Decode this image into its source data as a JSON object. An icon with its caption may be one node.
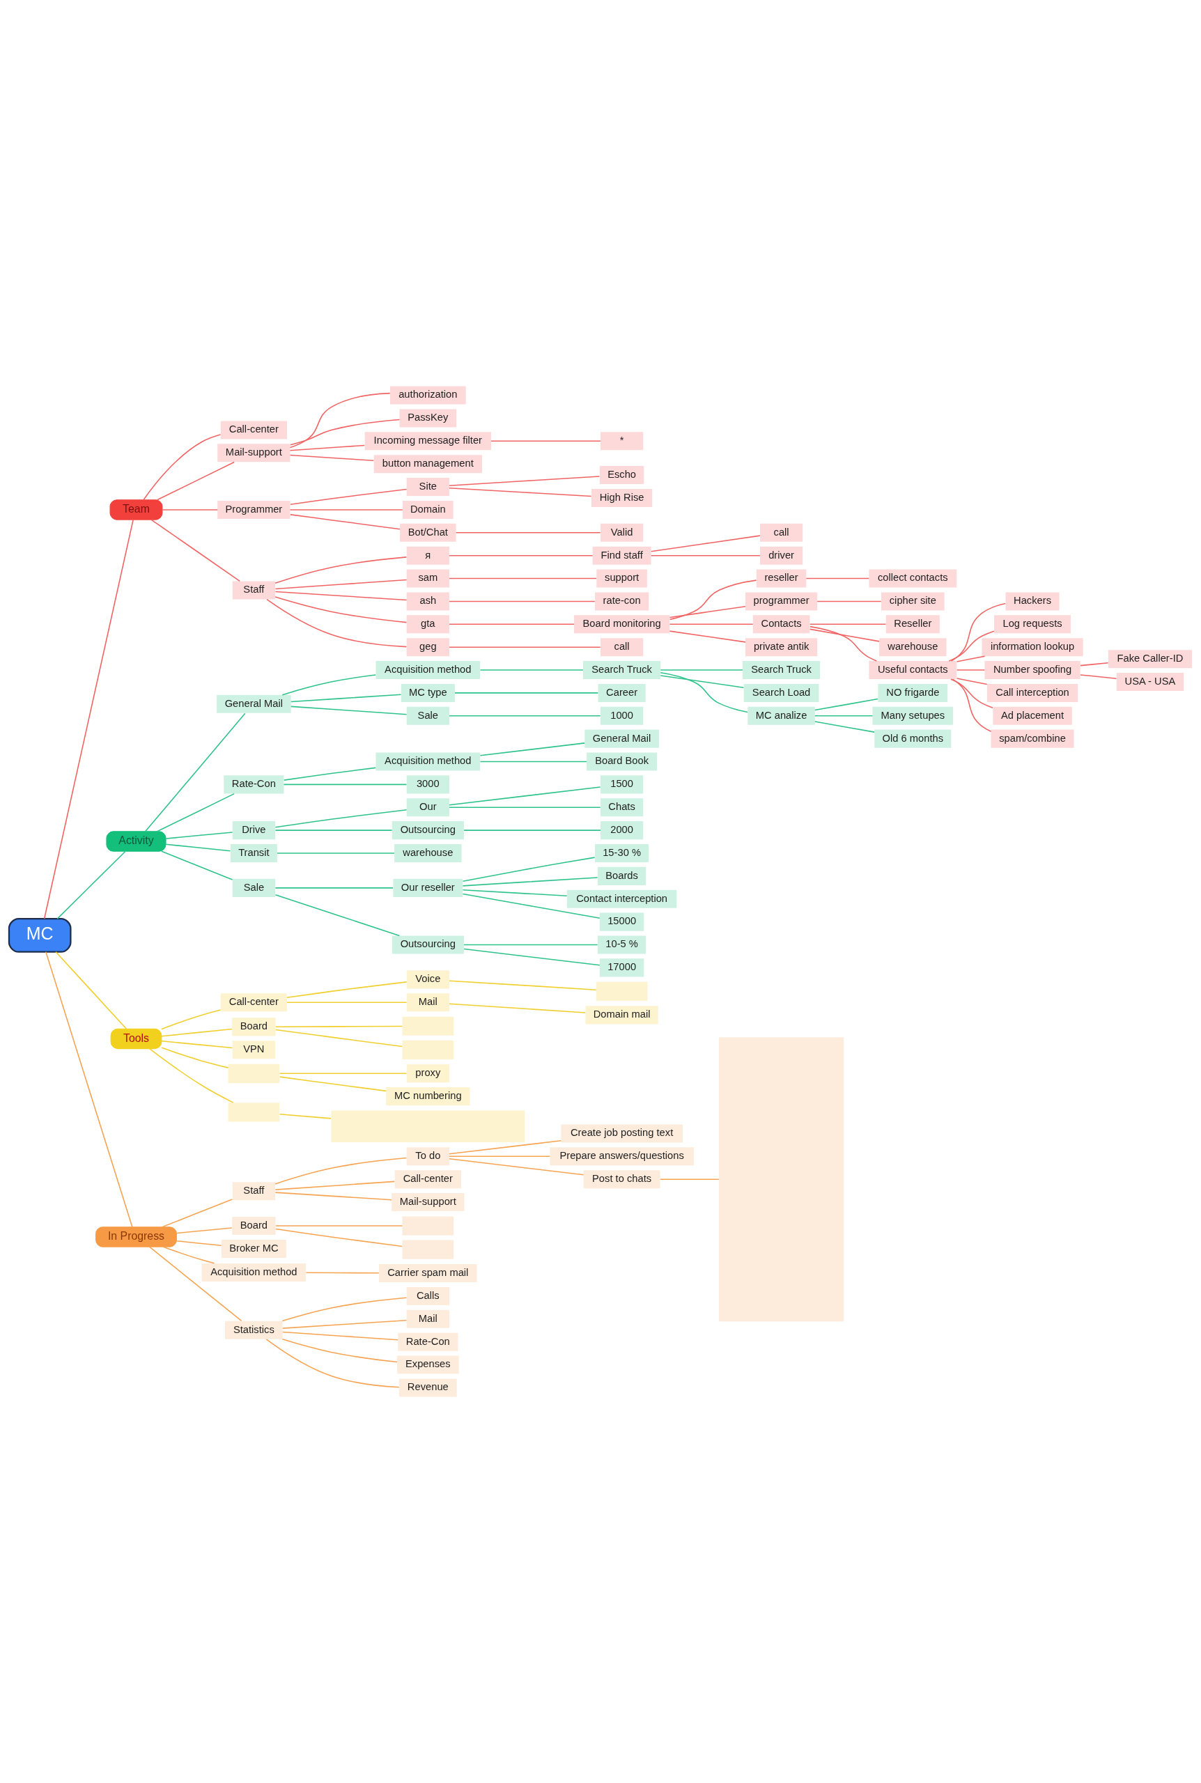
{
  "diagram": {
    "nodes": [
      {
        "text": [
          "MC"
        ]
      },
      {
        "text": [
          "Team"
        ]
      },
      {
        "text": [
          "Call-center"
        ]
      },
      {
        "text": [
          "Mail-support"
        ]
      },
      {
        "text": [
          "authorization"
        ]
      },
      {
        "text": [
          "PassKey"
        ]
      },
      {
        "text": [
          "Incoming message filter"
        ]
      },
      {
        "text": [
          "*"
        ]
      },
      {
        "text": [
          "button management"
        ]
      },
      {
        "text": [
          "Programmer"
        ]
      },
      {
        "text": [
          "Site"
        ]
      },
      {
        "text": [
          "Escho"
        ]
      },
      {
        "text": [
          "High Rise"
        ]
      },
      {
        "text": [
          "Domain"
        ]
      },
      {
        "text": [
          "Bot/Chat"
        ]
      },
      {
        "text": [
          "Valid"
        ]
      },
      {
        "text": [
          "Staff"
        ]
      },
      {
        "text": [
          "я"
        ]
      },
      {
        "text": [
          "Find staff"
        ]
      },
      {
        "text": [
          "call"
        ]
      },
      {
        "text": [
          "driver"
        ]
      },
      {
        "text": [
          "sam"
        ]
      },
      {
        "text": [
          "support"
        ]
      },
      {
        "text": [
          "ash"
        ]
      },
      {
        "text": [
          "rate-con"
        ]
      },
      {
        "text": [
          "gta"
        ]
      },
      {
        "text": [
          "Board monitoring"
        ]
      },
      {
        "text": [
          "reseller"
        ]
      },
      {
        "text": [
          "collect contacts"
        ]
      },
      {
        "text": [
          "programmer"
        ]
      },
      {
        "text": [
          "cipher site"
        ]
      },
      {
        "text": [
          "Contacts"
        ]
      },
      {
        "text": [
          "Reseller"
        ]
      },
      {
        "text": [
          "warehouse"
        ]
      },
      {
        "text": [
          "Useful contacts"
        ]
      },
      {
        "text": [
          "Hackers"
        ]
      },
      {
        "text": [
          "Log requests"
        ]
      },
      {
        "text": [
          "information lookup"
        ]
      },
      {
        "text": [
          "Number spoofing"
        ]
      },
      {
        "text": [
          "Fake Caller-ID"
        ]
      },
      {
        "text": [
          "USA - USA"
        ]
      },
      {
        "text": [
          "Call interception"
        ]
      },
      {
        "text": [
          "Ad placement"
        ]
      },
      {
        "text": [
          "spam/combine"
        ]
      },
      {
        "text": [
          "private antik"
        ]
      },
      {
        "text": [
          "geg"
        ]
      },
      {
        "text": [
          "call"
        ]
      },
      {
        "text": [
          "Activity"
        ]
      },
      {
        "text": [
          "General Mail"
        ]
      },
      {
        "text": [
          "Acquisition method"
        ]
      },
      {
        "text": [
          "Search Truck"
        ]
      },
      {
        "text": [
          "Search Truck"
        ]
      },
      {
        "text": [
          "Search Load"
        ]
      },
      {
        "text": [
          "MC analize"
        ]
      },
      {
        "text": [
          "NO frigarde"
        ]
      },
      {
        "text": [
          "Many setupes"
        ]
      },
      {
        "text": [
          "Old 6 months"
        ]
      },
      {
        "text": [
          "MC type"
        ]
      },
      {
        "text": [
          "Career"
        ]
      },
      {
        "text": [
          "Sale"
        ]
      },
      {
        "text": [
          "1000"
        ]
      },
      {
        "text": [
          "Rate-Con"
        ]
      },
      {
        "text": [
          "Acquisition method"
        ]
      },
      {
        "text": [
          "General Mail"
        ]
      },
      {
        "text": [
          "Board Book"
        ]
      },
      {
        "text": [
          "3000"
        ]
      },
      {
        "text": [
          "Drive"
        ]
      },
      {
        "text": [
          "Our"
        ]
      },
      {
        "text": [
          "1500"
        ]
      },
      {
        "text": [
          "Chats"
        ]
      },
      {
        "text": [
          "Outsourcing"
        ]
      },
      {
        "text": [
          "2000"
        ]
      },
      {
        "text": [
          "Transit"
        ]
      },
      {
        "text": [
          "warehouse"
        ]
      },
      {
        "text": [
          "Sale"
        ]
      },
      {
        "text": [
          "Our reseller"
        ]
      },
      {
        "text": [
          "15-30 %"
        ]
      },
      {
        "text": [
          "Boards"
        ]
      },
      {
        "text": [
          "Contact interception"
        ]
      },
      {
        "text": [
          "15000"
        ]
      },
      {
        "text": [
          "Outsourcing"
        ]
      },
      {
        "text": [
          "10-5 %"
        ]
      },
      {
        "text": [
          "17000"
        ]
      },
      {
        "text": [
          "Tools"
        ]
      },
      {
        "text": [
          "Call-center"
        ]
      },
      {
        "text": [
          "Voice"
        ]
      },
      {
        "text": [],
        "shape": "box"
      },
      {
        "text": [
          "Mail"
        ]
      },
      {
        "text": [
          "Domain mail"
        ]
      },
      {
        "text": [
          "Board"
        ]
      },
      {
        "text": [],
        "shape": "box"
      },
      {
        "text": [],
        "shape": "box"
      },
      {
        "text": [
          "VPN"
        ]
      },
      {
        "text": [],
        "shape": "box"
      },
      {
        "text": [
          "proxy"
        ]
      },
      {
        "text": [
          "MC numbering"
        ]
      },
      {
        "text": [],
        "shape": "box"
      },
      {
        "text": [],
        "shape": "box"
      },
      {
        "text": [
          "In Progress"
        ]
      },
      {
        "text": [
          "Staff"
        ]
      },
      {
        "text": [
          "To do"
        ]
      },
      {
        "text": [
          "Create job posting text"
        ]
      },
      {
        "text": [
          "Prepare answers/questions"
        ]
      },
      {
        "text": [
          "Post to chats"
        ]
      },
      {
        "text": [],
        "shape": "box"
      },
      {
        "text": [
          "Call-center"
        ]
      },
      {
        "text": [
          "Mail-support"
        ]
      },
      {
        "text": [
          "Board"
        ]
      },
      {
        "text": [],
        "shape": "box"
      },
      {
        "text": [],
        "shape": "box"
      },
      {
        "text": [
          "Broker MC"
        ]
      },
      {
        "text": [
          "Acquisition method"
        ]
      },
      {
        "text": [
          "Carrier spam mail"
        ]
      },
      {
        "text": [
          "Statistics"
        ]
      },
      {
        "text": [
          "Calls"
        ]
      },
      {
        "text": [
          "Mail"
        ]
      },
      {
        "text": [
          "Rate-Con"
        ]
      },
      {
        "text": [
          "Expenses"
        ]
      },
      {
        "text": [
          "Revenue"
        ]
      }
    ],
    "edges": [
      {
        "from": 0,
        "to": 1,
        "arrow": "none"
      },
      {
        "from": 1,
        "to": 2,
        "arrow": "none"
      },
      {
        "from": 1,
        "to": 3,
        "arrow": "none"
      },
      {
        "from": 3,
        "to": 4,
        "arrow": "none"
      },
      {
        "from": 3,
        "to": 5,
        "arrow": "none"
      },
      {
        "from": 3,
        "to": 6,
        "arrow": "none"
      },
      {
        "from": 6,
        "to": 7,
        "arrow": "none"
      },
      {
        "from": 3,
        "to": 8,
        "arrow": "none"
      },
      {
        "from": 1,
        "to": 9,
        "arrow": "none"
      },
      {
        "from": 9,
        "to": 10,
        "arrow": "none"
      },
      {
        "from": 10,
        "to": 11,
        "arrow": "none"
      },
      {
        "from": 10,
        "to": 12,
        "arrow": "none"
      },
      {
        "from": 9,
        "to": 13,
        "arrow": "none"
      },
      {
        "from": 9,
        "to": 14,
        "arrow": "none"
      },
      {
        "from": 14,
        "to": 15,
        "arrow": "none"
      },
      {
        "from": 1,
        "to": 16,
        "arrow": "none"
      },
      {
        "from": 16,
        "to": 17,
        "arrow": "none"
      },
      {
        "from": 17,
        "to": 18,
        "arrow": "none"
      },
      {
        "from": 18,
        "to": 19,
        "arrow": "none"
      },
      {
        "from": 18,
        "to": 20,
        "arrow": "none"
      },
      {
        "from": 16,
        "to": 21,
        "arrow": "none"
      },
      {
        "from": 21,
        "to": 22,
        "arrow": "none"
      },
      {
        "from": 16,
        "to": 23,
        "arrow": "none"
      },
      {
        "from": 23,
        "to": 24,
        "arrow": "none"
      },
      {
        "from": 16,
        "to": 25,
        "arrow": "none"
      },
      {
        "from": 25,
        "to": 26,
        "arrow": "none"
      },
      {
        "from": 26,
        "to": 27,
        "arrow": "none"
      },
      {
        "from": 27,
        "to": 28,
        "arrow": "none"
      },
      {
        "from": 26,
        "to": 29,
        "arrow": "none"
      },
      {
        "from": 29,
        "to": 30,
        "arrow": "none"
      },
      {
        "from": 26,
        "to": 31,
        "arrow": "none"
      },
      {
        "from": 31,
        "to": 32,
        "arrow": "none"
      },
      {
        "from": 31,
        "to": 33,
        "arrow": "none"
      },
      {
        "from": 31,
        "to": 34,
        "arrow": "none"
      },
      {
        "from": 34,
        "to": 35,
        "arrow": "none"
      },
      {
        "from": 34,
        "to": 36,
        "arrow": "none"
      },
      {
        "from": 34,
        "to": 37,
        "arrow": "none"
      },
      {
        "from": 34,
        "to": 38,
        "arrow": "none"
      },
      {
        "from": 38,
        "to": 39,
        "arrow": "none"
      },
      {
        "from": 38,
        "to": 40,
        "arrow": "none"
      },
      {
        "from": 34,
        "to": 41,
        "arrow": "none"
      },
      {
        "from": 34,
        "to": 42,
        "arrow": "none"
      },
      {
        "from": 34,
        "to": 43,
        "arrow": "none"
      },
      {
        "from": 26,
        "to": 44,
        "arrow": "none"
      },
      {
        "from": 16,
        "to": 45,
        "arrow": "none"
      },
      {
        "from": 45,
        "to": 46,
        "arrow": "none"
      },
      {
        "from": 0,
        "to": 47,
        "arrow": "none",
        "color": "#2ec38d"
      },
      {
        "from": 47,
        "to": 48,
        "arrow": "none",
        "color": "#2ec38d"
      },
      {
        "from": 48,
        "to": 49,
        "arrow": "none",
        "color": "#2ec38d"
      },
      {
        "from": 49,
        "to": 50,
        "arrow": "none",
        "color": "#2ec38d"
      },
      {
        "from": 50,
        "to": 51,
        "arrow": "none",
        "color": "#2ec38d"
      },
      {
        "from": 50,
        "to": 52,
        "arrow": "none",
        "color": "#2ec38d"
      },
      {
        "from": 50,
        "to": 53,
        "arrow": "none",
        "color": "#2ec38d"
      },
      {
        "from": 53,
        "to": 54,
        "arrow": "none",
        "color": "#2ec38d"
      },
      {
        "from": 53,
        "to": 55,
        "arrow": "none",
        "color": "#2ec38d"
      },
      {
        "from": 53,
        "to": 56,
        "arrow": "none",
        "color": "#2ec38d"
      },
      {
        "from": 48,
        "to": 57,
        "arrow": "none",
        "color": "#2ec38d"
      },
      {
        "from": 57,
        "to": 58,
        "arrow": "none",
        "color": "#2ec38d"
      },
      {
        "from": 48,
        "to": 59,
        "arrow": "none",
        "color": "#2ec38d"
      },
      {
        "from": 59,
        "to": 60,
        "arrow": "none",
        "color": "#2ec38d"
      },
      {
        "from": 47,
        "to": 61,
        "arrow": "none",
        "color": "#2ec38d"
      },
      {
        "from": 61,
        "to": 62,
        "arrow": "none",
        "color": "#2ec38d"
      },
      {
        "from": 62,
        "to": 63,
        "arrow": "none",
        "color": "#2ec38d"
      },
      {
        "from": 62,
        "to": 64,
        "arrow": "none",
        "color": "#2ec38d"
      },
      {
        "from": 61,
        "to": 65,
        "arrow": "none",
        "color": "#2ec38d"
      },
      {
        "from": 47,
        "to": 66,
        "arrow": "none",
        "color": "#2ec38d"
      },
      {
        "from": 66,
        "to": 67,
        "arrow": "none",
        "color": "#2ec38d"
      },
      {
        "from": 67,
        "to": 68,
        "arrow": "none",
        "color": "#2ec38d"
      },
      {
        "from": 67,
        "to": 69,
        "arrow": "none",
        "color": "#2ec38d"
      },
      {
        "from": 66,
        "to": 70,
        "arrow": "none",
        "color": "#2ec38d"
      },
      {
        "from": 70,
        "to": 71,
        "arrow": "none",
        "color": "#2ec38d"
      },
      {
        "from": 47,
        "to": 72,
        "arrow": "none",
        "color": "#2ec38d"
      },
      {
        "from": 72,
        "to": 73,
        "arrow": "none",
        "color": "#2ec38d"
      },
      {
        "from": 47,
        "to": 74,
        "arrow": "none",
        "color": "#2ec38d"
      },
      {
        "from": 74,
        "to": 75,
        "arrow": "none",
        "color": "#2ec38d"
      },
      {
        "from": 75,
        "to": 76,
        "arrow": "none",
        "color": "#2ec38d"
      },
      {
        "from": 75,
        "to": 77,
        "arrow": "none",
        "color": "#2ec38d"
      },
      {
        "from": 75,
        "to": 78,
        "arrow": "none",
        "color": "#2ec38d"
      },
      {
        "from": 75,
        "to": 79,
        "arrow": "none",
        "color": "#2ec38d"
      },
      {
        "from": 74,
        "to": 80,
        "arrow": "none",
        "color": "#2ec38d"
      },
      {
        "from": 80,
        "to": 81,
        "arrow": "none",
        "color": "#2ec38d"
      },
      {
        "from": 80,
        "to": 82,
        "arrow": "none",
        "color": "#2ec38d"
      },
      {
        "from": 0,
        "to": 83,
        "arrow": "none",
        "color": "#f0cf2e"
      },
      {
        "from": 83,
        "to": 84,
        "arrow": "none",
        "color": "#f0cf2e"
      },
      {
        "from": 84,
        "to": 85,
        "arrow": "none",
        "color": "#f0cf2e"
      },
      {
        "from": 85,
        "to": 86,
        "arrow": "none",
        "color": "#f0cf2e"
      },
      {
        "from": 84,
        "to": 87,
        "arrow": "none",
        "color": "#f0cf2e"
      },
      {
        "from": 87,
        "to": 88,
        "arrow": "none",
        "color": "#f0cf2e"
      },
      {
        "from": 83,
        "to": 89,
        "arrow": "none",
        "color": "#f0cf2e"
      },
      {
        "from": 89,
        "to": 90,
        "arrow": "none",
        "color": "#f0cf2e"
      },
      {
        "from": 89,
        "to": 91,
        "arrow": "none",
        "color": "#f0cf2e"
      },
      {
        "from": 83,
        "to": 92,
        "arrow": "none",
        "color": "#f0cf2e"
      },
      {
        "from": 83,
        "to": 93,
        "arrow": "none",
        "color": "#f0cf2e"
      },
      {
        "from": 93,
        "to": 94,
        "arrow": "none",
        "color": "#f0cf2e"
      },
      {
        "from": 93,
        "to": 95,
        "arrow": "none",
        "color": "#f0cf2e"
      },
      {
        "from": 83,
        "to": 96,
        "arrow": "none",
        "color": "#f0cf2e"
      },
      {
        "from": 96,
        "to": 97,
        "arrow": "none",
        "color": "#f0cf2e"
      },
      {
        "from": 0,
        "to": 98,
        "arrow": "none",
        "color": "#f7a452"
      },
      {
        "from": 98,
        "to": 99,
        "arrow": "none",
        "color": "#f7a452"
      },
      {
        "from": 99,
        "to": 100,
        "arrow": "none",
        "color": "#f7a452"
      },
      {
        "from": 100,
        "to": 101,
        "arrow": "none",
        "color": "#f7a452"
      },
      {
        "from": 100,
        "to": 102,
        "arrow": "none",
        "color": "#f7a452"
      },
      {
        "from": 100,
        "to": 103,
        "arrow": "none",
        "color": "#f7a452"
      },
      {
        "from": 103,
        "to": 104,
        "arrow": "none",
        "color": "#f7a452"
      },
      {
        "from": 99,
        "to": 105,
        "arrow": "none",
        "color": "#f7a452"
      },
      {
        "from": 99,
        "to": 106,
        "arrow": "none",
        "color": "#f7a452"
      },
      {
        "from": 98,
        "to": 107,
        "arrow": "none",
        "color": "#f7a452"
      },
      {
        "from": 107,
        "to": 108,
        "arrow": "none",
        "color": "#f7a452"
      },
      {
        "from": 107,
        "to": 109,
        "arrow": "none",
        "color": "#f7a452"
      },
      {
        "from": 98,
        "to": 110,
        "arrow": "none",
        "color": "#f7a452"
      },
      {
        "from": 98,
        "to": 111,
        "arrow": "none",
        "color": "#f7a452"
      },
      {
        "from": 111,
        "to": 112,
        "arrow": "none",
        "color": "#f7a452"
      },
      {
        "from": 98,
        "to": 113,
        "arrow": "none",
        "color": "#f7a452"
      },
      {
        "from": 113,
        "to": 114,
        "arrow": "none",
        "color": "#f7a452"
      },
      {
        "from": 113,
        "to": 115,
        "arrow": "none",
        "color": "#f7a452"
      },
      {
        "from": 113,
        "to": 116,
        "arrow": "none",
        "color": "#f7a452"
      },
      {
        "from": 113,
        "to": 117,
        "arrow": "none",
        "color": "#f7a452"
      },
      {
        "from": 113,
        "to": 118,
        "arrow": "none",
        "color": "#f7a452"
      }
    ]
  }
}
